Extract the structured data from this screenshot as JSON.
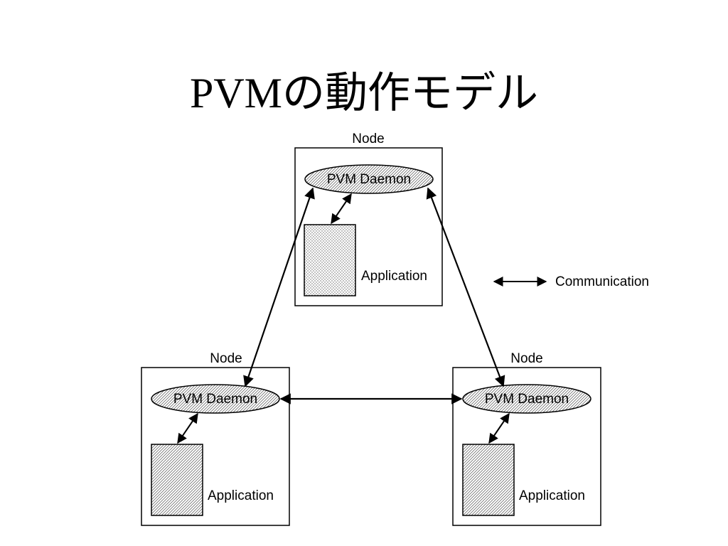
{
  "slide": {
    "title": "PVMの動作モデル"
  },
  "diagram": {
    "nodes": [
      {
        "label": "Node",
        "daemon": "PVM Daemon",
        "application": "Application"
      },
      {
        "label": "Node",
        "daemon": "PVM Daemon",
        "application": "Application"
      },
      {
        "label": "Node",
        "daemon": "PVM Daemon",
        "application": "Application"
      }
    ],
    "legend": {
      "label": "Communication"
    }
  }
}
